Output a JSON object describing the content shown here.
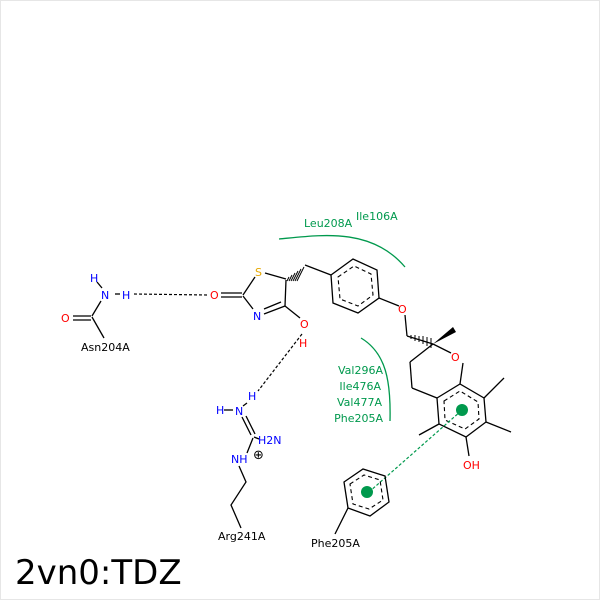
{
  "title": "2vn0:TDZ",
  "residues": {
    "asn": "Asn204A",
    "arg": "Arg241A",
    "phe": "Phe205A"
  },
  "hydrophobic": {
    "top": [
      "Leu208A",
      "Ile106A"
    ],
    "side": [
      "Val296A",
      "Ile476A",
      "Val477A",
      "Phe205A"
    ]
  },
  "atoms": {
    "H": "H",
    "N": "N",
    "O": "O",
    "S": "S",
    "OH": "OH",
    "H2N": "H2N",
    "NH": "NH",
    "plus": "⊕"
  },
  "colors": {
    "oxygen": "#ff0000",
    "nitrogen": "#0000ff",
    "sulfur": "#e6a800",
    "hydrophobic": "#00994d"
  }
}
